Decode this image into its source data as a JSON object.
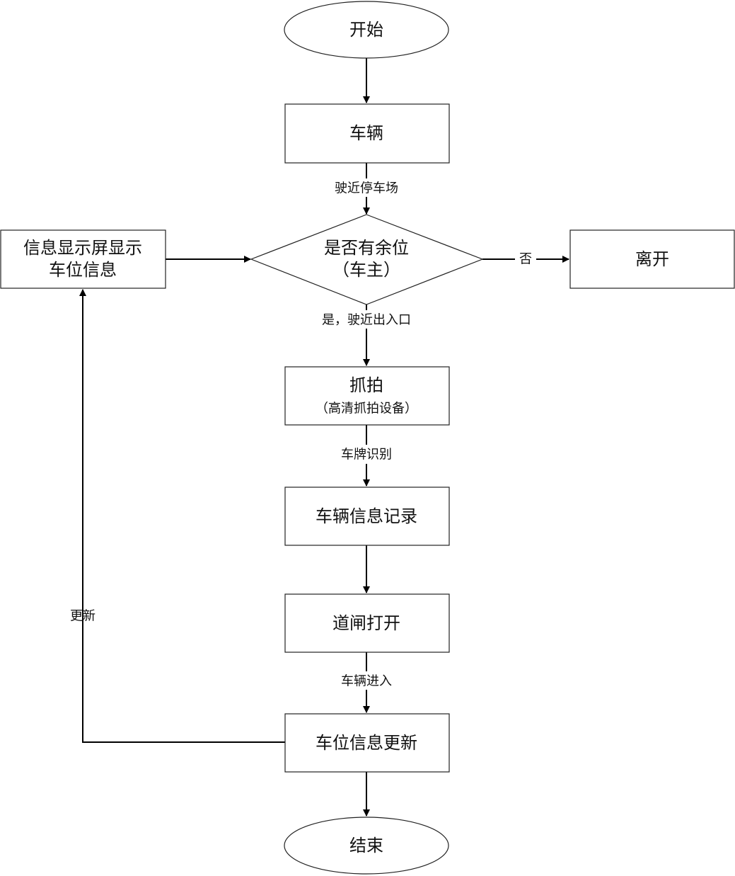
{
  "nodes": {
    "start": "开始",
    "vehicle": "车辆",
    "decision_line1": "是否有余位",
    "decision_line2": "（车主）",
    "leave": "离开",
    "display_line1": "信息显示屏显示",
    "display_line2": "车位信息",
    "capture_line1": "抓拍",
    "capture_line2": "（高清抓拍设备）",
    "record": "车辆信息记录",
    "gate": "道闸打开",
    "update": "车位信息更新",
    "end": "结束"
  },
  "edges": {
    "approach": "驶近停车场",
    "no": "否",
    "yes_approach": "是，驶近出入口",
    "plate_recognition": "车牌识别",
    "vehicle_enter": "车辆进入",
    "refresh": "更新"
  }
}
